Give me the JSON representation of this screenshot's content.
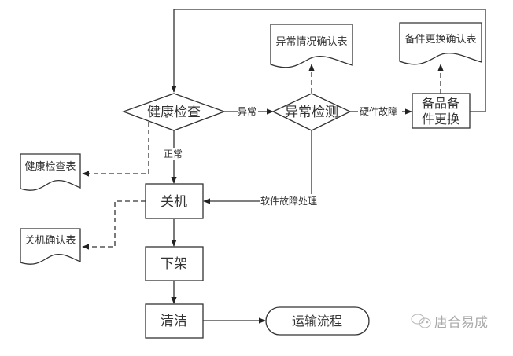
{
  "nodes": {
    "health_check": "健康检查",
    "anomaly_detect": "异常检测",
    "spare_replace_line1": "备品备",
    "spare_replace_line2": "件更换",
    "shutdown": "关机",
    "unshelve": "下架",
    "clean": "清洁",
    "transport": "运输流程"
  },
  "documents": {
    "anomaly_confirm": "异常情况确认表",
    "spare_confirm": "备件更换确认表",
    "health_check_form": "健康检查表",
    "shutdown_confirm": "关机确认表"
  },
  "edges": {
    "abnormal": "异常",
    "hardware_fault": "硬件故障",
    "normal": "正常",
    "software_fault": "软件故障处理"
  },
  "watermark": {
    "icon": "wechat-icon",
    "text": "唐合易成"
  }
}
